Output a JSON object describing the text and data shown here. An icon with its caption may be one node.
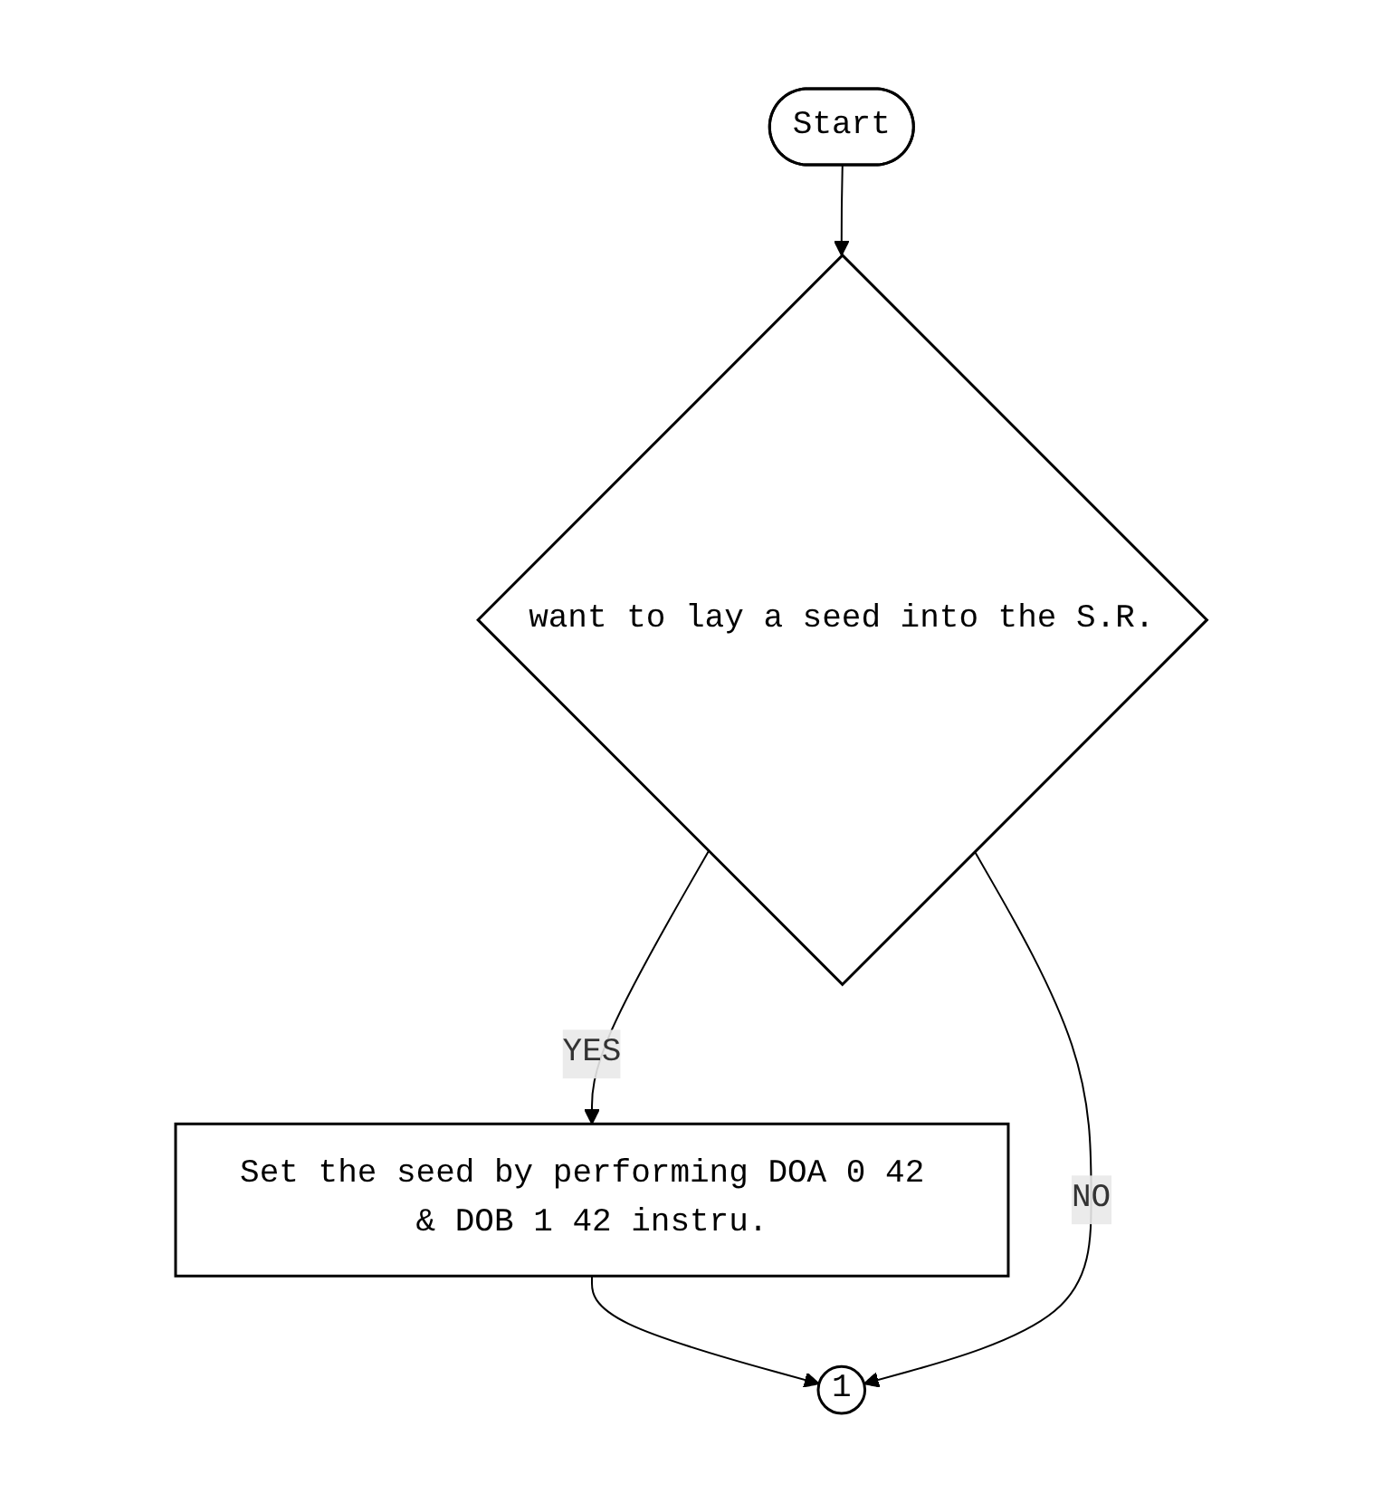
{
  "diagram": {
    "nodes": [
      {
        "text": [
          "Start"
        ]
      },
      {
        "text": [
          "want to lay a seed into the S.R."
        ]
      },
      {
        "text": [
          "Set the seed by performing DOA 0 42 & DOB 1 42 instru."
        ]
      },
      {
        "text": [
          "1"
        ]
      }
    ],
    "edges": [
      {
        "from": 0,
        "to": 1,
        "arrow": "to"
      },
      {
        "from": 1,
        "to": 2,
        "arrow": "to",
        "label": "YES"
      },
      {
        "from": 2,
        "to": 3,
        "arrow": "to"
      },
      {
        "from": 1,
        "to": 3,
        "arrow": "to",
        "label": "NO"
      }
    ]
  }
}
